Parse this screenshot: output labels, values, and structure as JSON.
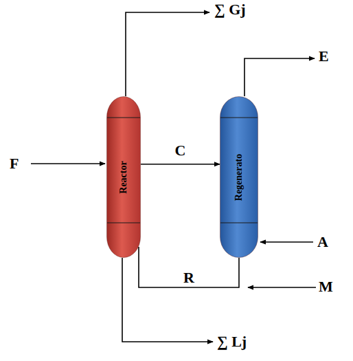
{
  "diagram": {
    "nodes": [
      {
        "text": [
          "Reactor"
        ]
      },
      {
        "text": [
          "Regenerato"
        ]
      }
    ],
    "edges": [
      {
        "from": 0,
        "to": 1,
        "arrow": "to",
        "label": "C"
      },
      {
        "from": 1,
        "to": 0,
        "arrow": "none",
        "label": "R"
      }
    ],
    "labels": [
      "∑ Gj",
      "F",
      "E",
      "A",
      "M",
      "∑ Lj"
    ]
  }
}
